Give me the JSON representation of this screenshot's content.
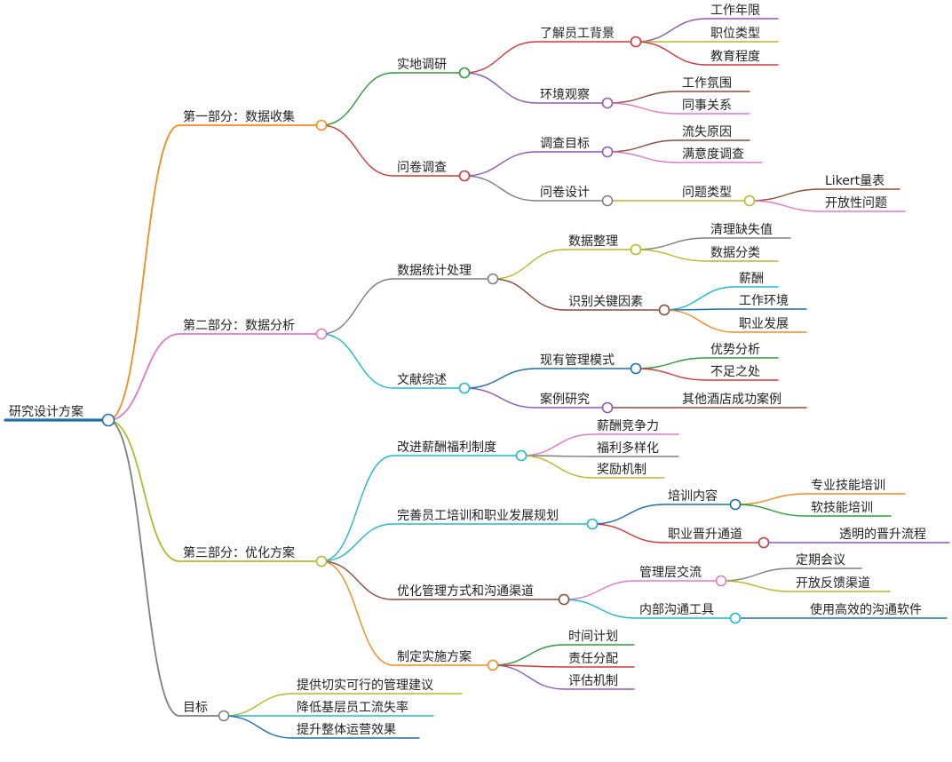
{
  "colors": {
    "root": "#1f6fa8",
    "orange": "#f28c1e",
    "green": "#2e9a3e",
    "red": "#d03a3a",
    "purple": "#8e5bb5",
    "brown": "#8a4b3b",
    "pink": "#e07ac8",
    "gray": "#7f7f7f",
    "olive": "#b7b92c",
    "cyan": "#23b8cc",
    "blue": "#1f6fa8"
  },
  "root": {
    "label": "研究设计方案",
    "children": [
      {
        "label": "第一部分：数据收集",
        "color": "orange",
        "children": [
          {
            "label": "实地调研",
            "color": "green",
            "children": [
              {
                "label": "了解员工背景",
                "color": "red",
                "children": [
                  {
                    "label": "工作年限",
                    "color": "purple"
                  },
                  {
                    "label": "职位类型",
                    "color": "olive"
                  },
                  {
                    "label": "教育程度",
                    "color": "red"
                  }
                ]
              },
              {
                "label": "环境观察",
                "color": "purple",
                "children": [
                  {
                    "label": "工作氛围",
                    "color": "brown"
                  },
                  {
                    "label": "同事关系",
                    "color": "pink"
                  }
                ]
              }
            ]
          },
          {
            "label": "问卷调查",
            "color": "red",
            "children": [
              {
                "label": "调查目标",
                "color": "purple",
                "children": [
                  {
                    "label": "流失原因",
                    "color": "brown"
                  },
                  {
                    "label": "满意度调查",
                    "color": "pink"
                  }
                ]
              },
              {
                "label": "问卷设计",
                "color": "gray",
                "children": [
                  {
                    "label": "问题类型",
                    "color": "olive",
                    "children": [
                      {
                        "label": "Likert量表",
                        "color": "brown"
                      },
                      {
                        "label": "开放性问题",
                        "color": "pink"
                      }
                    ]
                  }
                ]
              }
            ]
          }
        ]
      },
      {
        "label": "第二部分：数据分析",
        "color": "pink",
        "children": [
          {
            "label": "数据统计处理",
            "color": "gray",
            "children": [
              {
                "label": "数据整理",
                "color": "olive",
                "children": [
                  {
                    "label": "清理缺失值",
                    "color": "gray"
                  },
                  {
                    "label": "数据分类",
                    "color": "olive"
                  }
                ]
              },
              {
                "label": "识别关键因素",
                "color": "brown",
                "children": [
                  {
                    "label": "薪酬",
                    "color": "cyan"
                  },
                  {
                    "label": "工作环境",
                    "color": "blue"
                  },
                  {
                    "label": "职业发展",
                    "color": "orange"
                  }
                ]
              }
            ]
          },
          {
            "label": "文献综述",
            "color": "cyan",
            "children": [
              {
                "label": "现有管理模式",
                "color": "blue",
                "children": [
                  {
                    "label": "优势分析",
                    "color": "green"
                  },
                  {
                    "label": "不足之处",
                    "color": "red"
                  }
                ]
              },
              {
                "label": "案例研究",
                "color": "purple",
                "children": [
                  {
                    "label": "其他酒店成功案例",
                    "color": "brown"
                  }
                ]
              }
            ]
          }
        ]
      },
      {
        "label": "第三部分：优化方案",
        "color": "olive",
        "children": [
          {
            "label": "改进薪酬福利制度",
            "color": "cyan",
            "children": [
              {
                "label": "薪酬竞争力",
                "color": "pink"
              },
              {
                "label": "福利多样化",
                "color": "gray"
              },
              {
                "label": "奖励机制",
                "color": "olive"
              }
            ]
          },
          {
            "label": "完善员工培训和职业发展规划",
            "color": "cyan",
            "children": [
              {
                "label": "培训内容",
                "color": "blue",
                "children": [
                  {
                    "label": "专业技能培训",
                    "color": "orange"
                  },
                  {
                    "label": "软技能培训",
                    "color": "green"
                  }
                ]
              },
              {
                "label": "职业晋升通道",
                "color": "red",
                "children": [
                  {
                    "label": "透明的晋升流程",
                    "color": "purple"
                  }
                ]
              }
            ]
          },
          {
            "label": "优化管理方式和沟通渠道",
            "color": "brown",
            "children": [
              {
                "label": "管理层交流",
                "color": "pink",
                "children": [
                  {
                    "label": "定期会议",
                    "color": "gray"
                  },
                  {
                    "label": "开放反馈渠道",
                    "color": "olive"
                  }
                ]
              },
              {
                "label": "内部沟通工具",
                "color": "cyan",
                "children": [
                  {
                    "label": "使用高效的沟通软件",
                    "color": "blue"
                  }
                ]
              }
            ]
          },
          {
            "label": "制定实施方案",
            "color": "orange",
            "children": [
              {
                "label": "时间计划",
                "color": "green"
              },
              {
                "label": "责任分配",
                "color": "red"
              },
              {
                "label": "评估机制",
                "color": "purple"
              }
            ]
          }
        ]
      },
      {
        "label": "目标",
        "color": "gray",
        "children": [
          {
            "label": "提供切实可行的管理建议",
            "color": "olive"
          },
          {
            "label": "降低基层员工流失率",
            "color": "cyan"
          },
          {
            "label": "提升整体运营效果",
            "color": "blue"
          }
        ]
      }
    ]
  }
}
